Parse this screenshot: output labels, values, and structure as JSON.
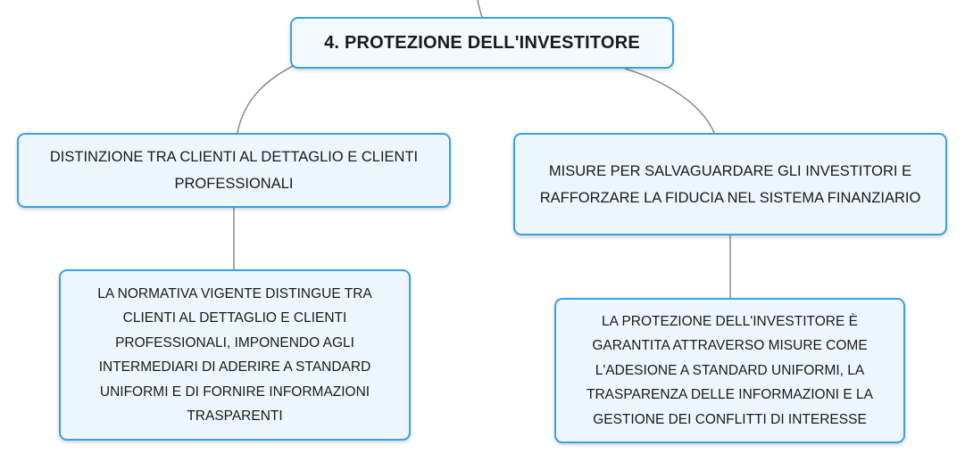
{
  "root": {
    "label": "4. PROTEZIONE DELL'INVESTITORE"
  },
  "branches": [
    {
      "label": "DISTINZIONE TRA CLIENTI AL DETTAGLIO E CLIENTI PROFESSIONALI",
      "child": "LA NORMATIVA VIGENTE DISTINGUE TRA CLIENTI AL DETTAGLIO E CLIENTI PROFESSIONALI, IMPONENDO AGLI INTERMEDIARI DI ADERIRE A STANDARD UNIFORMI E DI FORNIRE INFORMAZIONI TRASPARENTI"
    },
    {
      "label": "MISURE PER SALVAGUARDARE GLI INVESTITORI E RAFFORZARE LA FIDUCIA NEL SISTEMA FINANZIARIO",
      "child": "LA PROTEZIONE DELL'INVESTITORE È GARANTITA ATTRAVERSO MISURE COME L'ADESIONE A STANDARD UNIFORMI, LA TRASPARENZA DELLE INFORMAZIONI E LA GESTIONE DEI CONFLITTI DI INTERESSE"
    }
  ],
  "colors": {
    "node_border": "#3aa0e8",
    "node_fill": "#eef6fd",
    "connector": "#7a7a7a",
    "text": "#1a1a1a"
  }
}
